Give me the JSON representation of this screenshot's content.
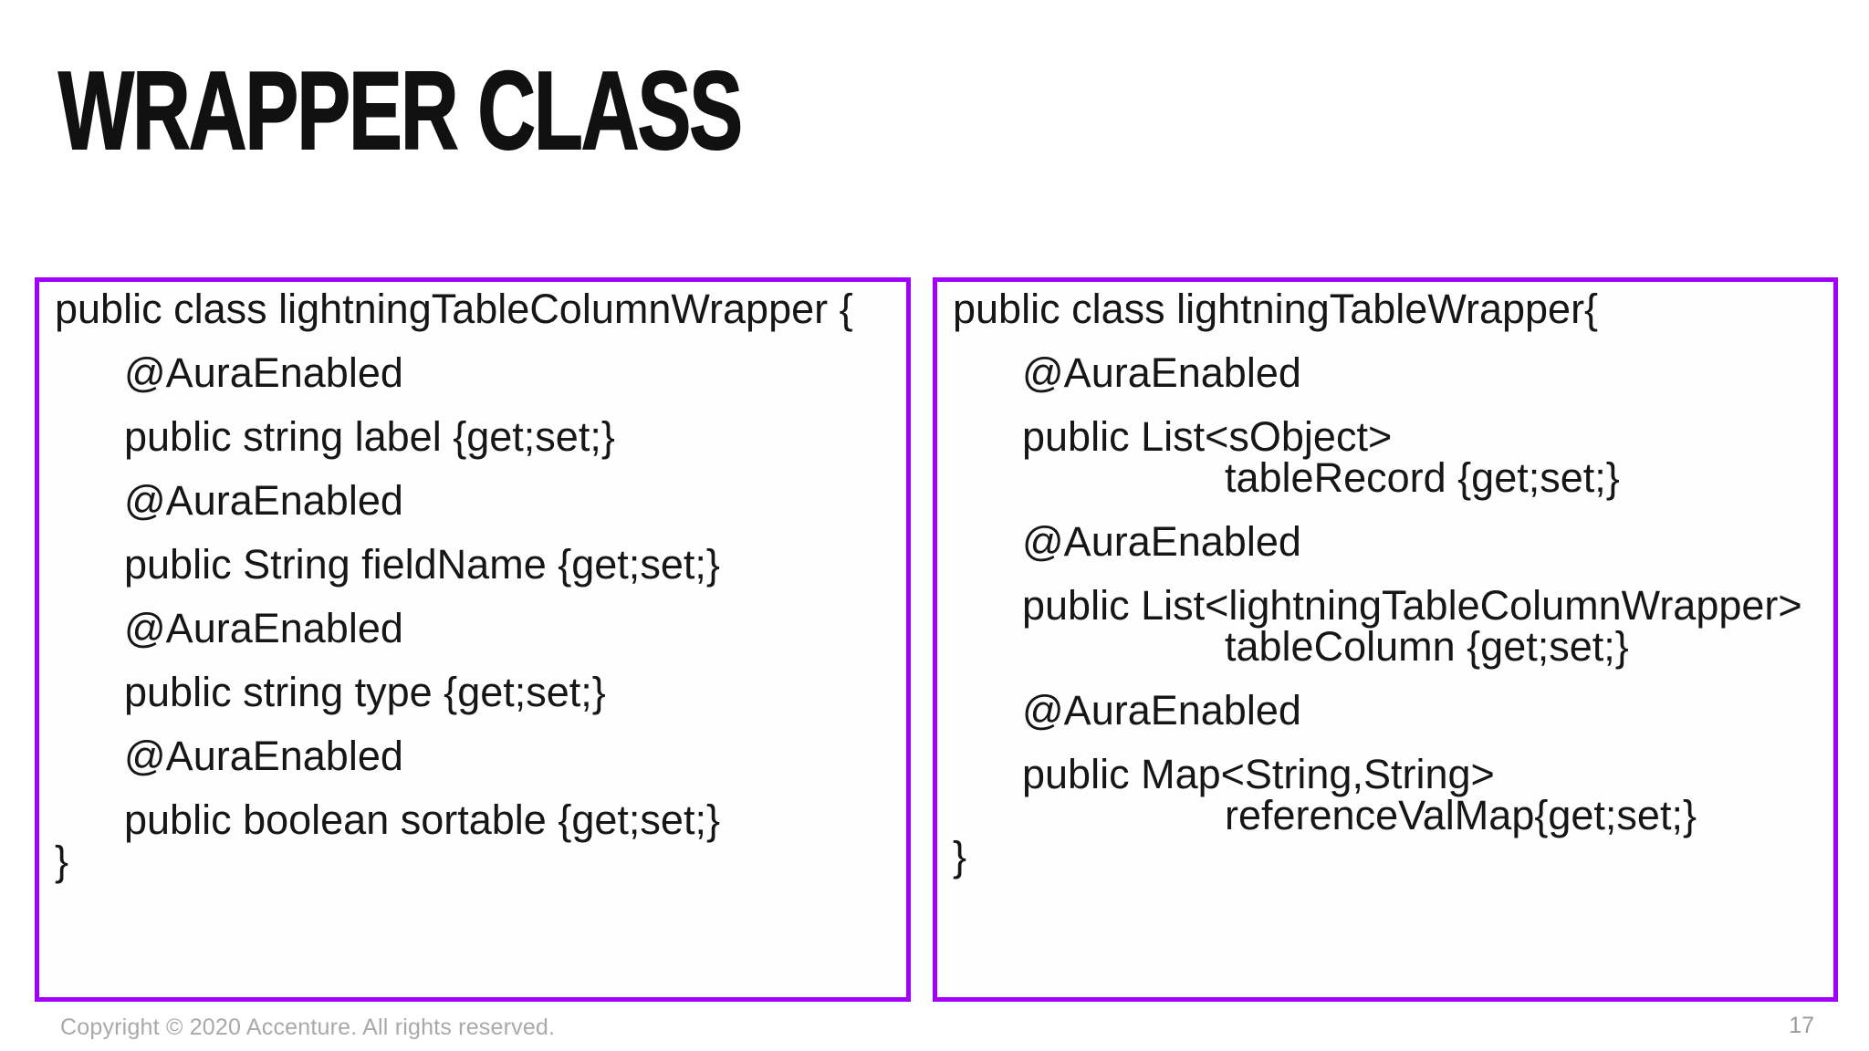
{
  "slide": {
    "title": "WRAPPER CLASS",
    "footer": "Copyright © 2020 Accenture. All rights reserved.",
    "page_number": "17",
    "accent_color": "#A100FF"
  },
  "left_box": {
    "lines": [
      "public class lightningTableColumnWrapper {",
      "@AuraEnabled",
      "public string label {get;set;}",
      "@AuraEnabled",
      "public String fieldName {get;set;}",
      "@AuraEnabled",
      "public string type {get;set;}",
      "@AuraEnabled",
      "public boolean sortable {get;set;}",
      "}"
    ]
  },
  "right_box": {
    "lines": [
      "public class lightningTableWrapper{",
      "@AuraEnabled",
      "public List<sObject>",
      "tableRecord {get;set;}",
      "@AuraEnabled",
      "public List<lightningTableColumnWrapper>",
      "tableColumn {get;set;}",
      "@AuraEnabled",
      "public Map<String,String>",
      "referenceValMap{get;set;}",
      "}"
    ]
  }
}
